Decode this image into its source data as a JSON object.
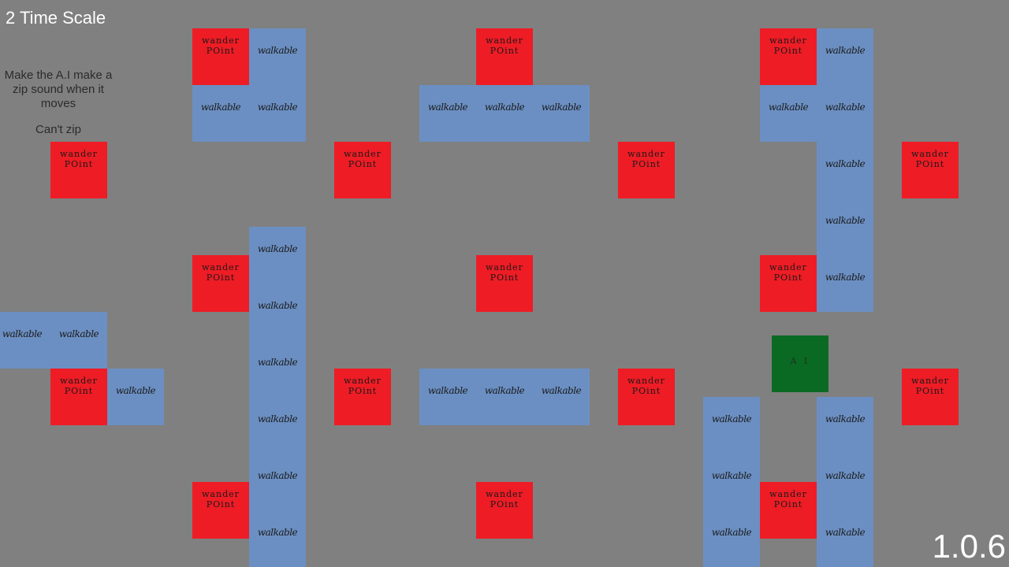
{
  "hud": {
    "time_scale": "2 Time Scale",
    "version": "1.0.6"
  },
  "notes": {
    "todo": "Make the A.I make a zip sound when it moves",
    "status": "Can't zip"
  },
  "tile_labels": {
    "walkable": "walkable",
    "wander_point": "wander\nPOint",
    "agent": "A I"
  },
  "colors": {
    "background": "#808080",
    "walkable": "#6b8fc2",
    "wander_point": "#ee1c25",
    "agent": "#0a6a23",
    "hud_text": "#ffffff"
  }
}
